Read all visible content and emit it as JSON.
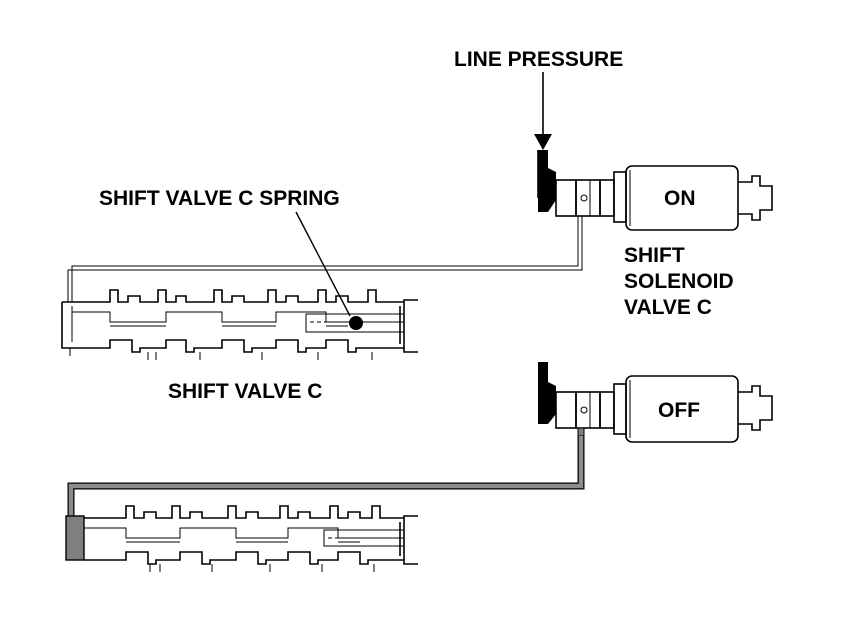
{
  "labels": {
    "line_pressure": "LINE PRESSURE",
    "shift_valve_c_spring": "SHIFT VALVE C SPRING",
    "shift_valve_c": "SHIFT VALVE C",
    "solenoid_line1": "SHIFT",
    "solenoid_line2": "SOLENOID",
    "solenoid_line3": "VALVE C"
  },
  "solenoids": {
    "upper_state": "ON",
    "lower_state": "OFF"
  },
  "colors": {
    "line": "#000000",
    "pressurized_fluid": "#7f7f7f",
    "background": "#ffffff"
  }
}
